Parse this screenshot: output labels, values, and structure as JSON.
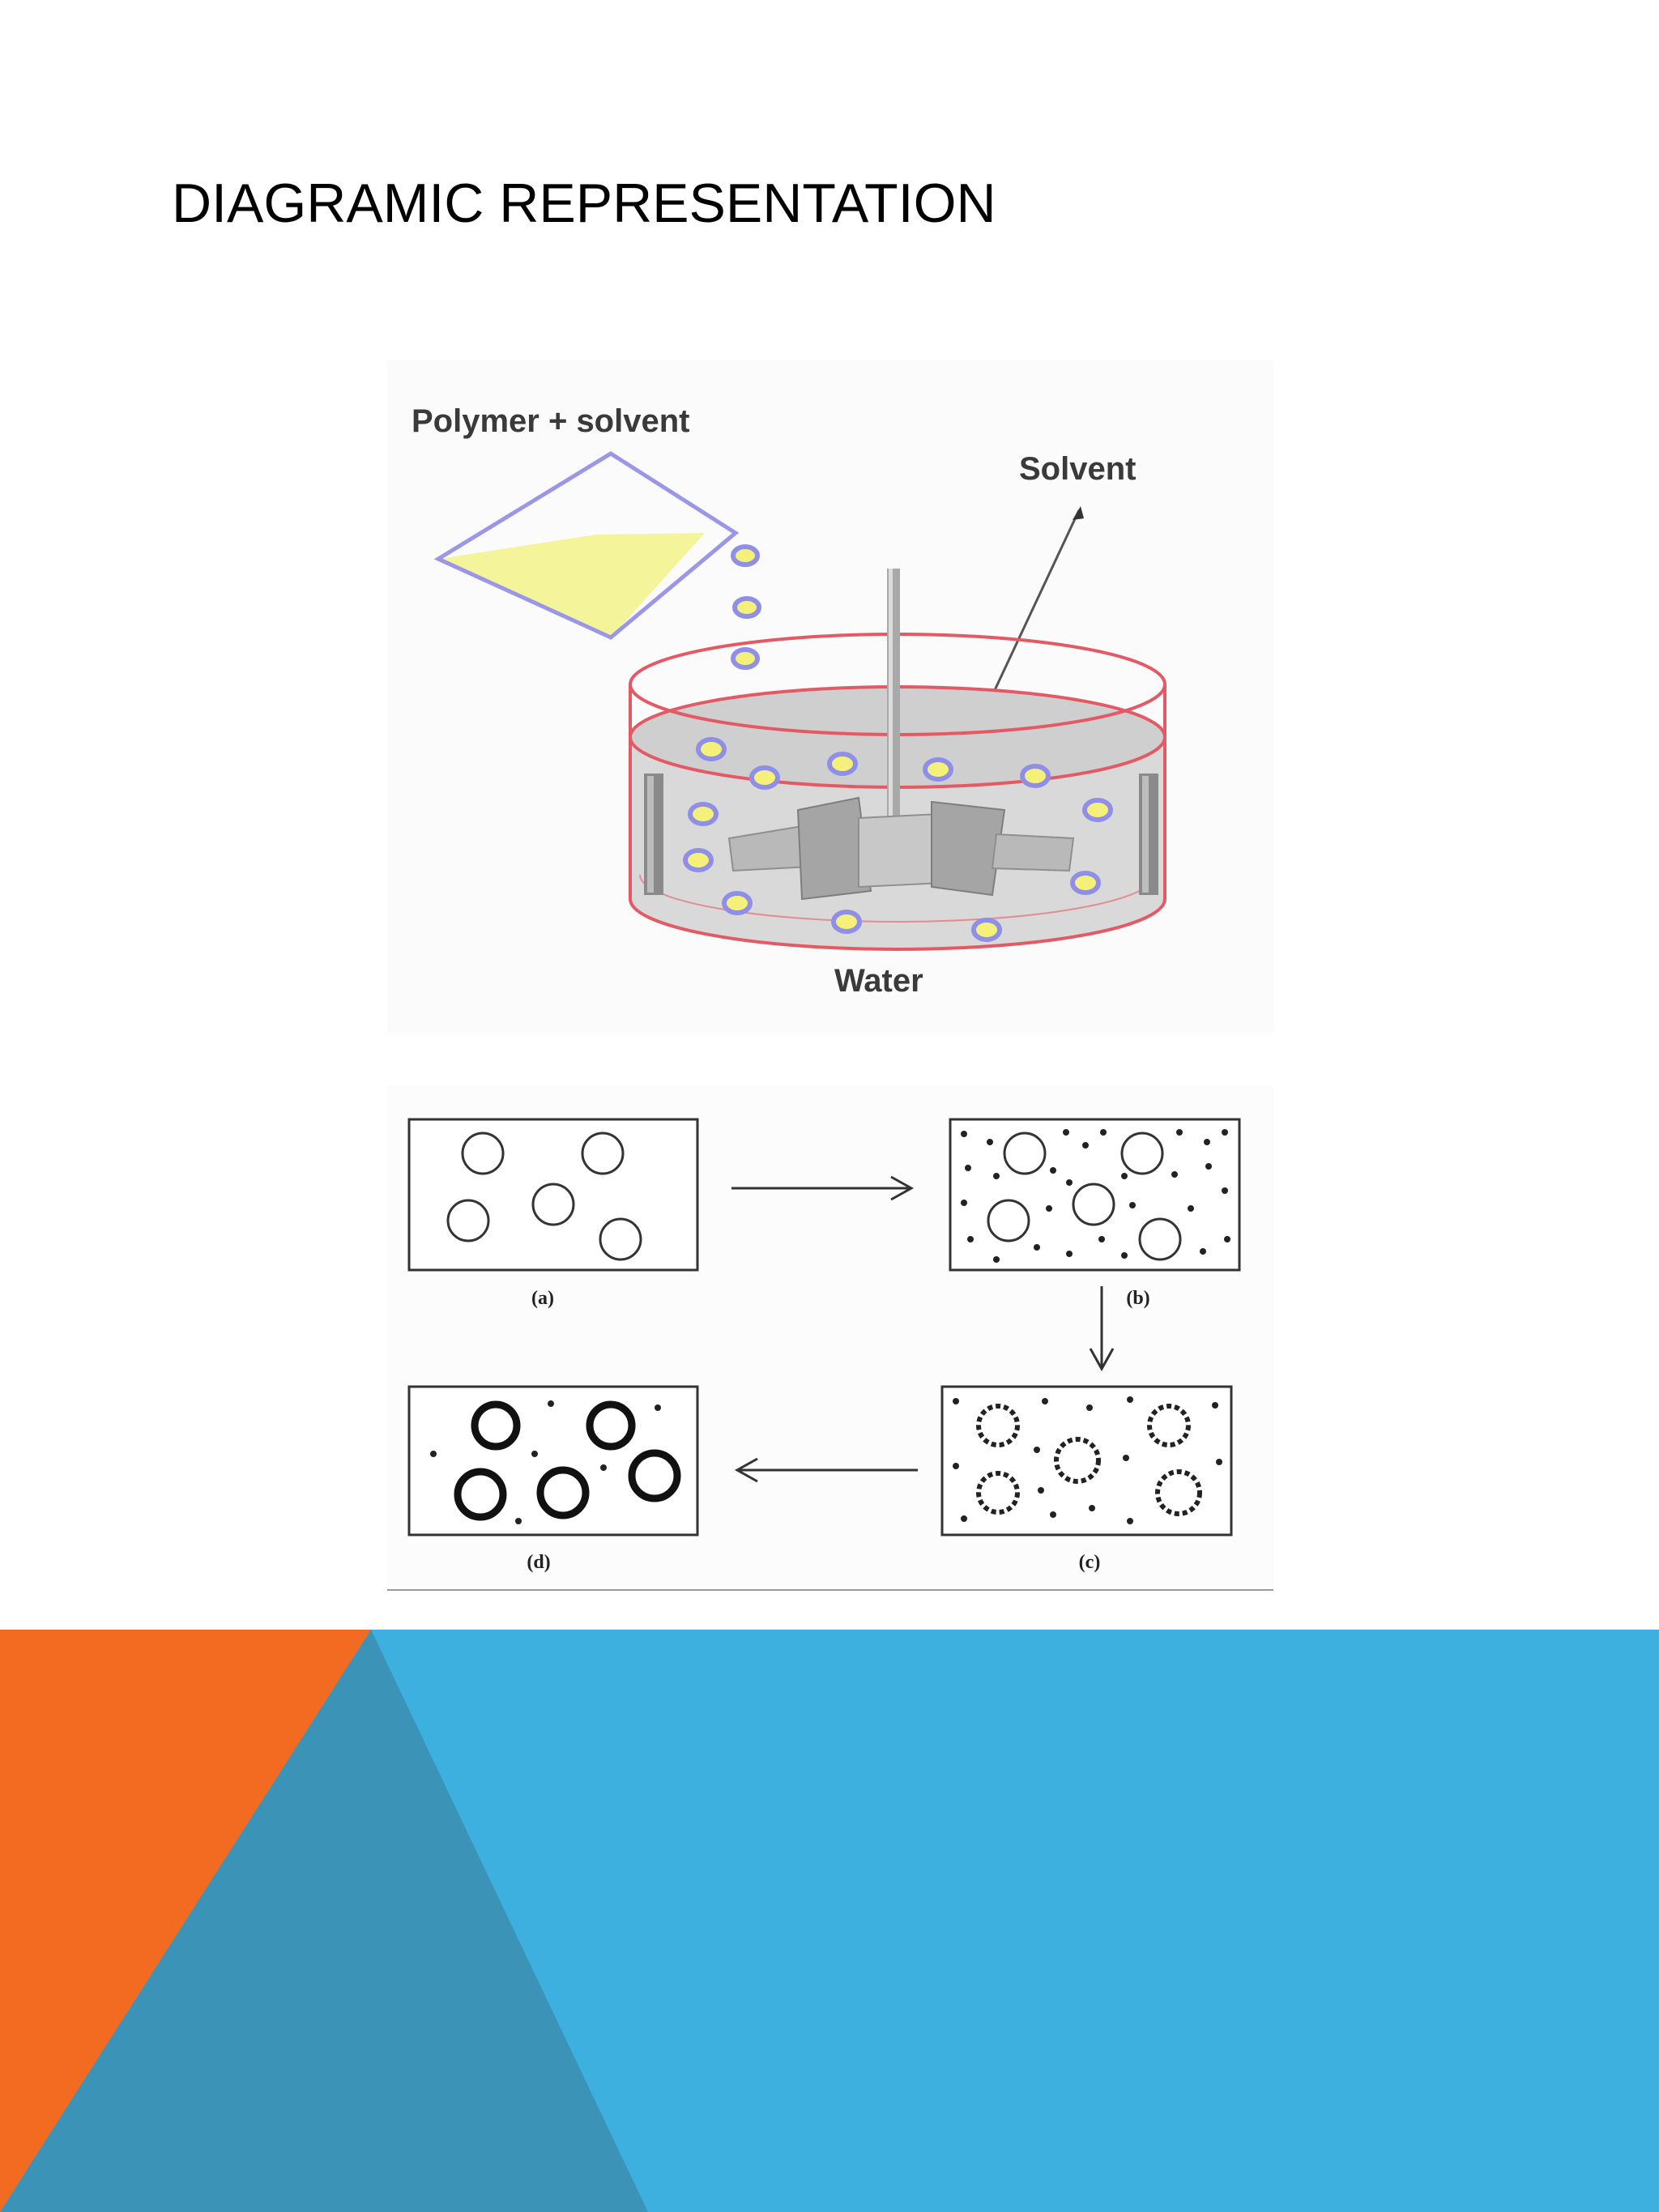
{
  "slide": {
    "title": "DIAGRAMIC REPRESENTATION"
  },
  "figure_top": {
    "label_polymer_solvent": "Polymer + solvent",
    "label_solvent": "Solvent",
    "label_water": "Water"
  },
  "figure_bottom": {
    "panel_labels": [
      "(a)",
      "(b)",
      "(c)",
      "(d)"
    ]
  },
  "colors": {
    "accent_orange": "#F26B21",
    "accent_blue": "#3DB0E0",
    "accent_teal": "#3B94B8",
    "beaker_outline": "#E45A64",
    "droplet_fill": "#F5F07A",
    "droplet_outline": "#8F8FE8",
    "funnel_fill": "#F4F59A"
  }
}
